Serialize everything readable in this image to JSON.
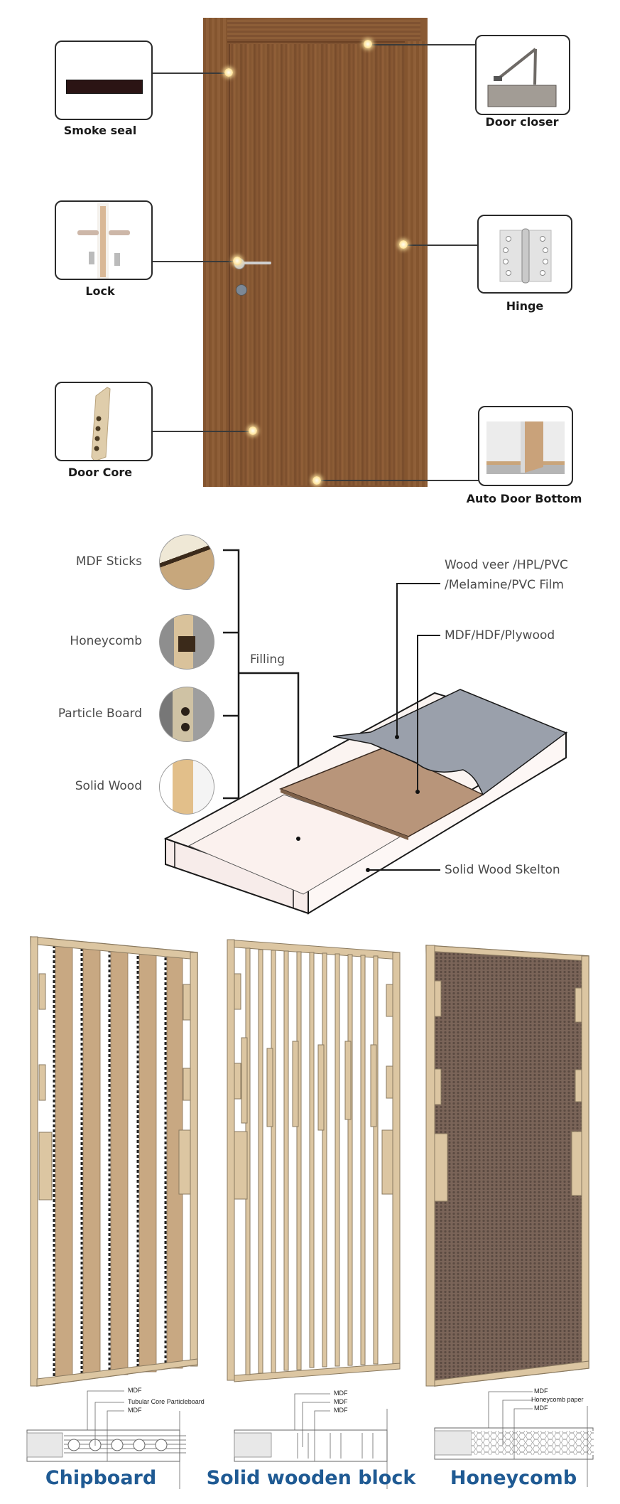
{
  "door_diagram": {
    "components": [
      {
        "id": "smoke-seal",
        "label": "Smoke seal"
      },
      {
        "id": "door-closer",
        "label": "Door closer"
      },
      {
        "id": "lock",
        "label": "Lock"
      },
      {
        "id": "hinge",
        "label": "Hinge"
      },
      {
        "id": "door-core",
        "label": "Door Core"
      },
      {
        "id": "auto-door-bottom",
        "label": "Auto Door Bottom"
      }
    ],
    "colors": {
      "door_wood": "#8a5a33",
      "frame_wood": "#7f5230",
      "dot_glow": "#ffe9a8"
    }
  },
  "layers_diagram": {
    "fillings": [
      {
        "label": "MDF Sticks"
      },
      {
        "label": "Honeycomb"
      },
      {
        "label": "Particle Board"
      },
      {
        "label": "Solid Wood"
      }
    ],
    "filling_group_label": "Filling",
    "surface_label_line1": "Wood veer /HPL/PVC",
    "surface_label_line2": "/Melamine/PVC Film",
    "substrate_label": "MDF/HDF/Plywood",
    "skeleton_label": "Solid Wood Skelton",
    "colors": {
      "surface_film": "#9aa0ab",
      "substrate": "#b8957a",
      "skeleton": "#fbf4f1"
    }
  },
  "core_types": [
    {
      "title": "Chipboard",
      "section_labels": [
        "MDF",
        "Tubular Core Particleboard",
        "MDF"
      ]
    },
    {
      "title": "Solid wooden block",
      "section_labels": [
        "MDF",
        "MDF",
        "MDF"
      ]
    },
    {
      "title": "Honeycomb",
      "section_labels": [
        "MDF",
        "Honeycomb paper",
        "MDF"
      ]
    }
  ],
  "title_color": "#1f5a93"
}
